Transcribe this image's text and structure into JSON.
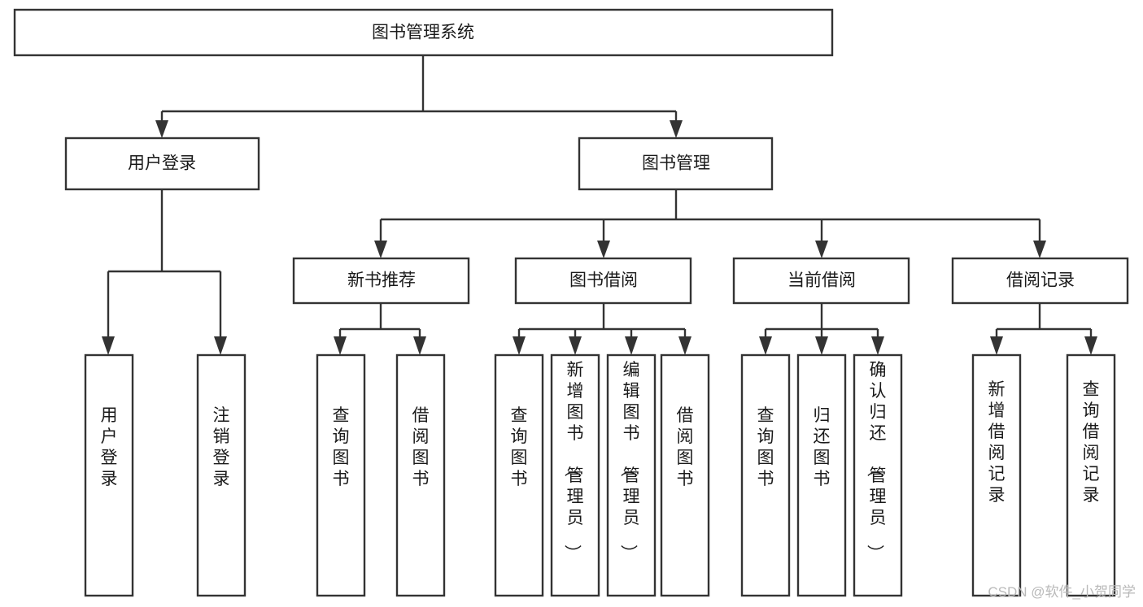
{
  "diagram": {
    "title": "图书管理系统",
    "type": "hierarchy-tree",
    "orientation": "top-down",
    "colors": {
      "box_fill": "#ffffff",
      "box_stroke": "#333333",
      "text": "#1a1a1a",
      "background": "#ffffff",
      "watermark": "#b9b9b9"
    },
    "levels": [
      {
        "level": 1,
        "nodes": [
          {
            "id": "root",
            "label": "图书管理系统",
            "orientation": "horizontal"
          }
        ]
      },
      {
        "level": 2,
        "nodes": [
          {
            "id": "user-login",
            "label": "用户登录",
            "orientation": "horizontal",
            "parent": "root"
          },
          {
            "id": "book-manage",
            "label": "图书管理",
            "orientation": "horizontal",
            "parent": "root"
          }
        ]
      },
      {
        "level": 3,
        "nodes": [
          {
            "id": "new-book-rec",
            "label": "新书推荐",
            "orientation": "horizontal",
            "parent": "book-manage"
          },
          {
            "id": "book-borrow",
            "label": "图书借阅",
            "orientation": "horizontal",
            "parent": "book-manage"
          },
          {
            "id": "current-borrow",
            "label": "当前借阅",
            "orientation": "horizontal",
            "parent": "book-manage"
          },
          {
            "id": "borrow-record",
            "label": "借阅记录",
            "orientation": "horizontal",
            "parent": "book-manage"
          }
        ]
      },
      {
        "level": 4,
        "nodes": [
          {
            "id": "leaf-user-login",
            "label": "用户登录",
            "orientation": "vertical",
            "parent": "user-login"
          },
          {
            "id": "leaf-user-logout",
            "label": "注销登录",
            "orientation": "vertical",
            "parent": "user-login"
          },
          {
            "id": "leaf-query-book-1",
            "label": "查询图书",
            "orientation": "vertical",
            "parent": "new-book-rec"
          },
          {
            "id": "leaf-borrow-book-1",
            "label": "借阅图书",
            "orientation": "vertical",
            "parent": "new-book-rec"
          },
          {
            "id": "leaf-query-book-2",
            "label": "查询图书",
            "orientation": "vertical",
            "parent": "book-borrow"
          },
          {
            "id": "leaf-add-book",
            "label": "新增图书（管理员）",
            "orientation": "vertical",
            "parent": "book-borrow"
          },
          {
            "id": "leaf-edit-book",
            "label": "编辑图书（管理员）",
            "orientation": "vertical",
            "parent": "book-borrow"
          },
          {
            "id": "leaf-borrow-book-2",
            "label": "借阅图书",
            "orientation": "vertical",
            "parent": "book-borrow"
          },
          {
            "id": "leaf-query-book-3",
            "label": "查询图书",
            "orientation": "vertical",
            "parent": "current-borrow"
          },
          {
            "id": "leaf-return-book",
            "label": "归还图书",
            "orientation": "vertical",
            "parent": "current-borrow"
          },
          {
            "id": "leaf-confirm-return",
            "label": "确认归还（管理员）",
            "orientation": "vertical",
            "parent": "current-borrow"
          },
          {
            "id": "leaf-add-record",
            "label": "新增借阅记录",
            "orientation": "vertical",
            "parent": "borrow-record"
          },
          {
            "id": "leaf-query-record",
            "label": "查询借阅记录",
            "orientation": "vertical",
            "parent": "borrow-record"
          }
        ]
      }
    ]
  },
  "watermark": {
    "text": "CSDN @软件_小贺同学"
  }
}
